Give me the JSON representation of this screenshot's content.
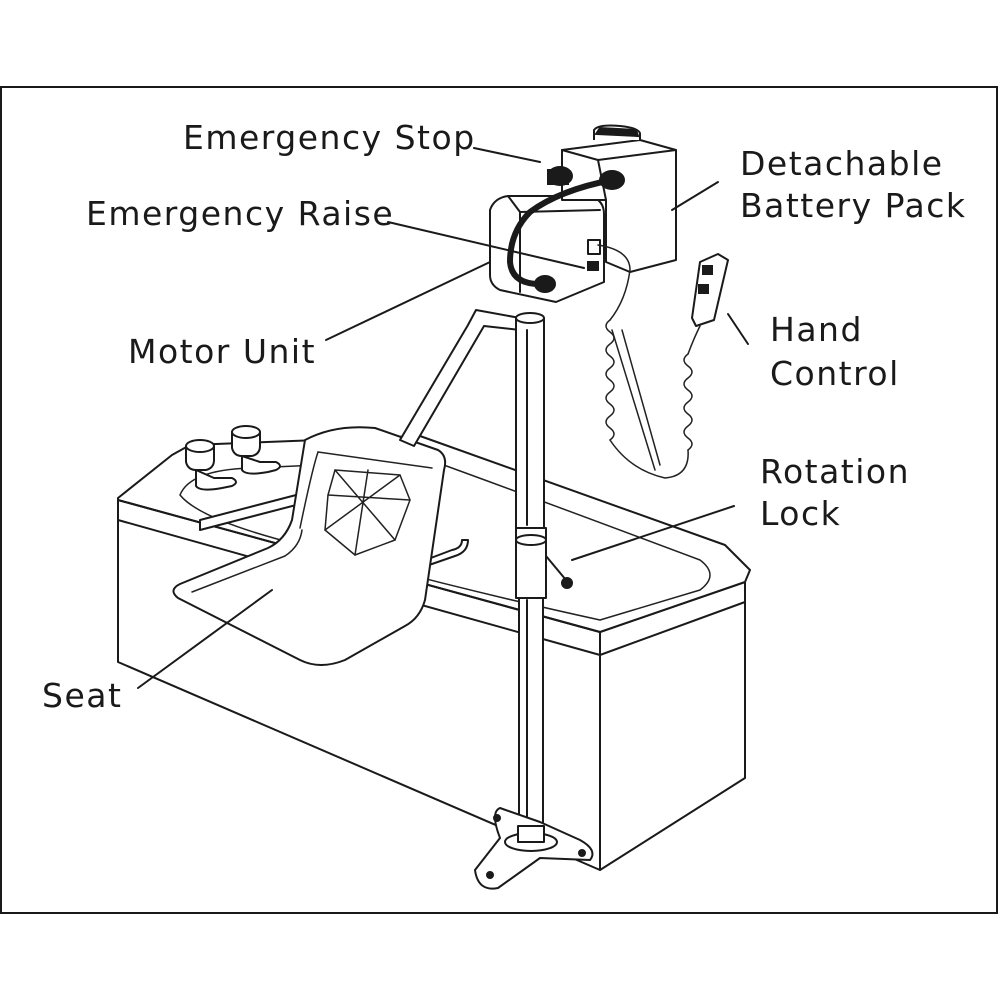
{
  "labels": {
    "emergency_stop": "Emergency Stop",
    "emergency_raise": "Emergency Raise",
    "motor_unit": "Motor Unit",
    "detachable_line1": "Detachable",
    "detachable_line2": "Battery Pack",
    "hand_line1": "Hand",
    "hand_line2": "Control",
    "rotation_line1": "Rotation",
    "rotation_line2": "Lock",
    "seat": "Seat"
  }
}
